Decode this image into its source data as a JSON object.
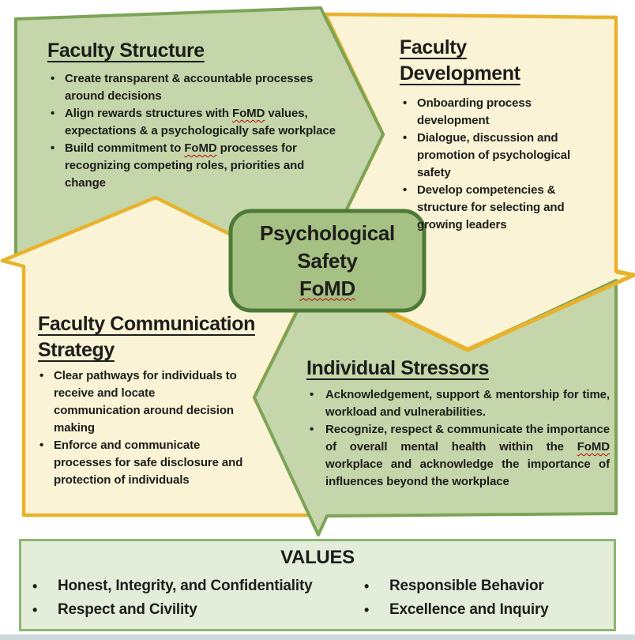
{
  "diagram": {
    "bullet_char": "•",
    "misspelled_word": "FoMD",
    "center": {
      "line1": "Psychological",
      "line2": "Safety",
      "line3": "FoMD"
    },
    "sections": [
      {
        "title": "Faculty Structure",
        "bullets": [
          "Create transparent & accountable processes\naround decisions",
          "Align rewards structures with FoMD values,\nexpectations & a psychologically safe workplace",
          "Build commitment to FoMD processes for\nrecognizing competing roles, priorities and\nchange"
        ]
      },
      {
        "title": "Faculty Development",
        "bullets": [
          "Onboarding process\ndevelopment",
          "Dialogue, discussion and\npromotion of psychological\nsafety",
          "Develop competencies &\nstructure for selecting and\ngrowing leaders"
        ]
      },
      {
        "title": "Faculty Communication Strategy",
        "bullets": [
          "Clear pathways for individuals to\nreceive and locate\ncommunication around decision\nmaking",
          "Enforce and communicate\nprocesses for safe disclosure and\nprotection of individuals"
        ]
      },
      {
        "title": "Individual Stressors",
        "bullets": [
          "Acknowledgement, support & mentorship for time, workload and vulnerabilities.",
          "Recognize, respect & communicate the importance of overall mental health within the FoMD workplace and acknowledge the importance of influences beyond the workplace"
        ]
      }
    ],
    "values": {
      "title": "VALUES",
      "left": [
        "Honest, Integrity, and Confidentiality",
        "Respect and Civility"
      ],
      "right": [
        "Responsible Behavior",
        "Excellence and Inquiry"
      ]
    },
    "colors": {
      "green_fill": "#c5d6aa",
      "green_stroke": "#7ca457",
      "cream_fill": "#faf3d6",
      "orange_stroke": "#e9b22c",
      "center_fill": "#a6c184",
      "center_stroke": "#4c7a36",
      "values_fill": "#e4edda",
      "values_stroke": "#8cb674",
      "text": "#1d1d1b",
      "misspell_underline": "#c00000"
    }
  }
}
